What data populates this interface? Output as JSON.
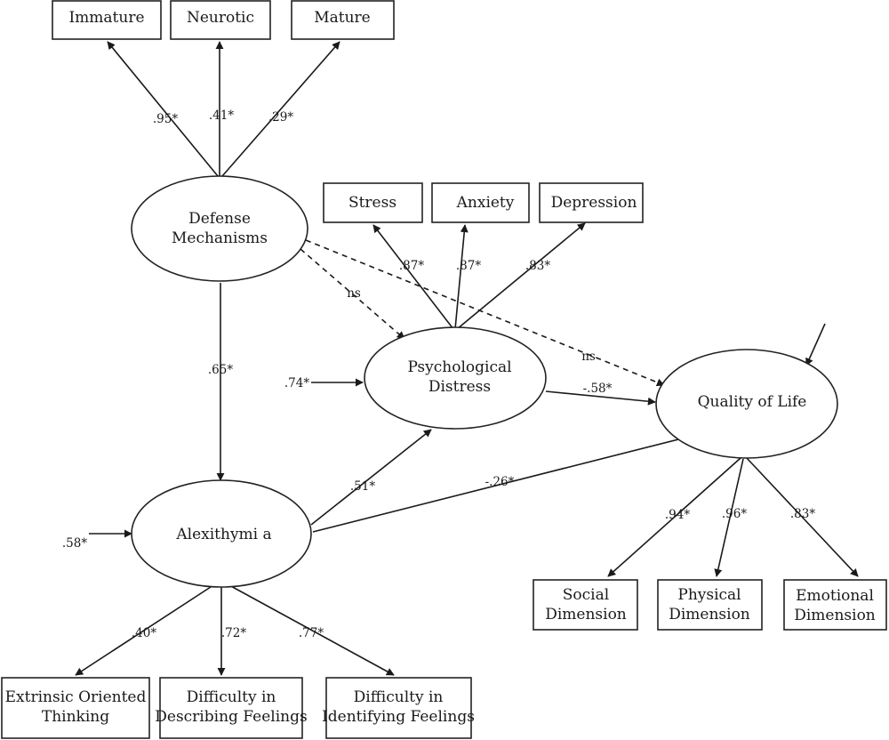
{
  "nodes": {
    "immature": "Immature",
    "neurotic": "Neurotic",
    "mature": "Mature",
    "stress": "Stress",
    "anxiety": "Anxiety",
    "depression": "Depression",
    "defense_line1": "Defense",
    "defense_line2": "Mechanisms",
    "distress_line1": "Psychological",
    "distress_line2": "Distress",
    "qol": "Quality of Life",
    "alexithymia": "Alexithymi a",
    "extrinsic_line1": "Extrinsic Oriented",
    "extrinsic_line2": "Thinking",
    "describing_line1": "Difficulty in",
    "describing_line2": "Describing Feelings",
    "identifying_line1": "Difficulty in",
    "identifying_line2": "Identifying Feelings",
    "social_line1": "Social",
    "social_line2": "Dimension",
    "physical_line1": "Physical",
    "physical_line2": "Dimension",
    "emotional_line1": "Emotional",
    "emotional_line2": "Dimension"
  },
  "coefficients": {
    "defense_immature": ".95*",
    "defense_neurotic": ".41*",
    "defense_mature": ".29*",
    "distress_stress": ".87*",
    "distress_anxiety": ".87*",
    "distress_depression": ".83*",
    "defense_distress": "ns",
    "defense_qol": "ns",
    "defense_alexithymia": ".65*",
    "distress_error": ".74*",
    "distress_qol": "-.58*",
    "alexithymia_error": ".58*",
    "alexithymia_distress": ".51*",
    "alexithymia_qol": "-.26*",
    "alexithymia_extrinsic": ".40*",
    "alexithymia_describing": ".72*",
    "alexithymia_identifying": ".77*",
    "qol_social": ".94*",
    "qol_physical": ".96*",
    "qol_emotional": ".83*"
  }
}
